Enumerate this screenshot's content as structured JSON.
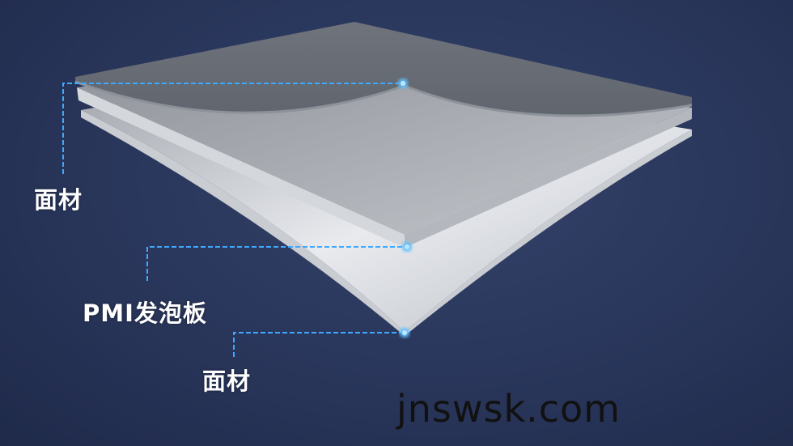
{
  "labels": {
    "top_face": "面材",
    "core": "PMI发泡板",
    "bottom_face": "面材"
  },
  "watermark": "jnswsk.com",
  "colors": {
    "background": "#2a375c",
    "leader_line": "#3fa9ff",
    "face_sheet": "#6b7079",
    "foam": "#a9adb4"
  }
}
